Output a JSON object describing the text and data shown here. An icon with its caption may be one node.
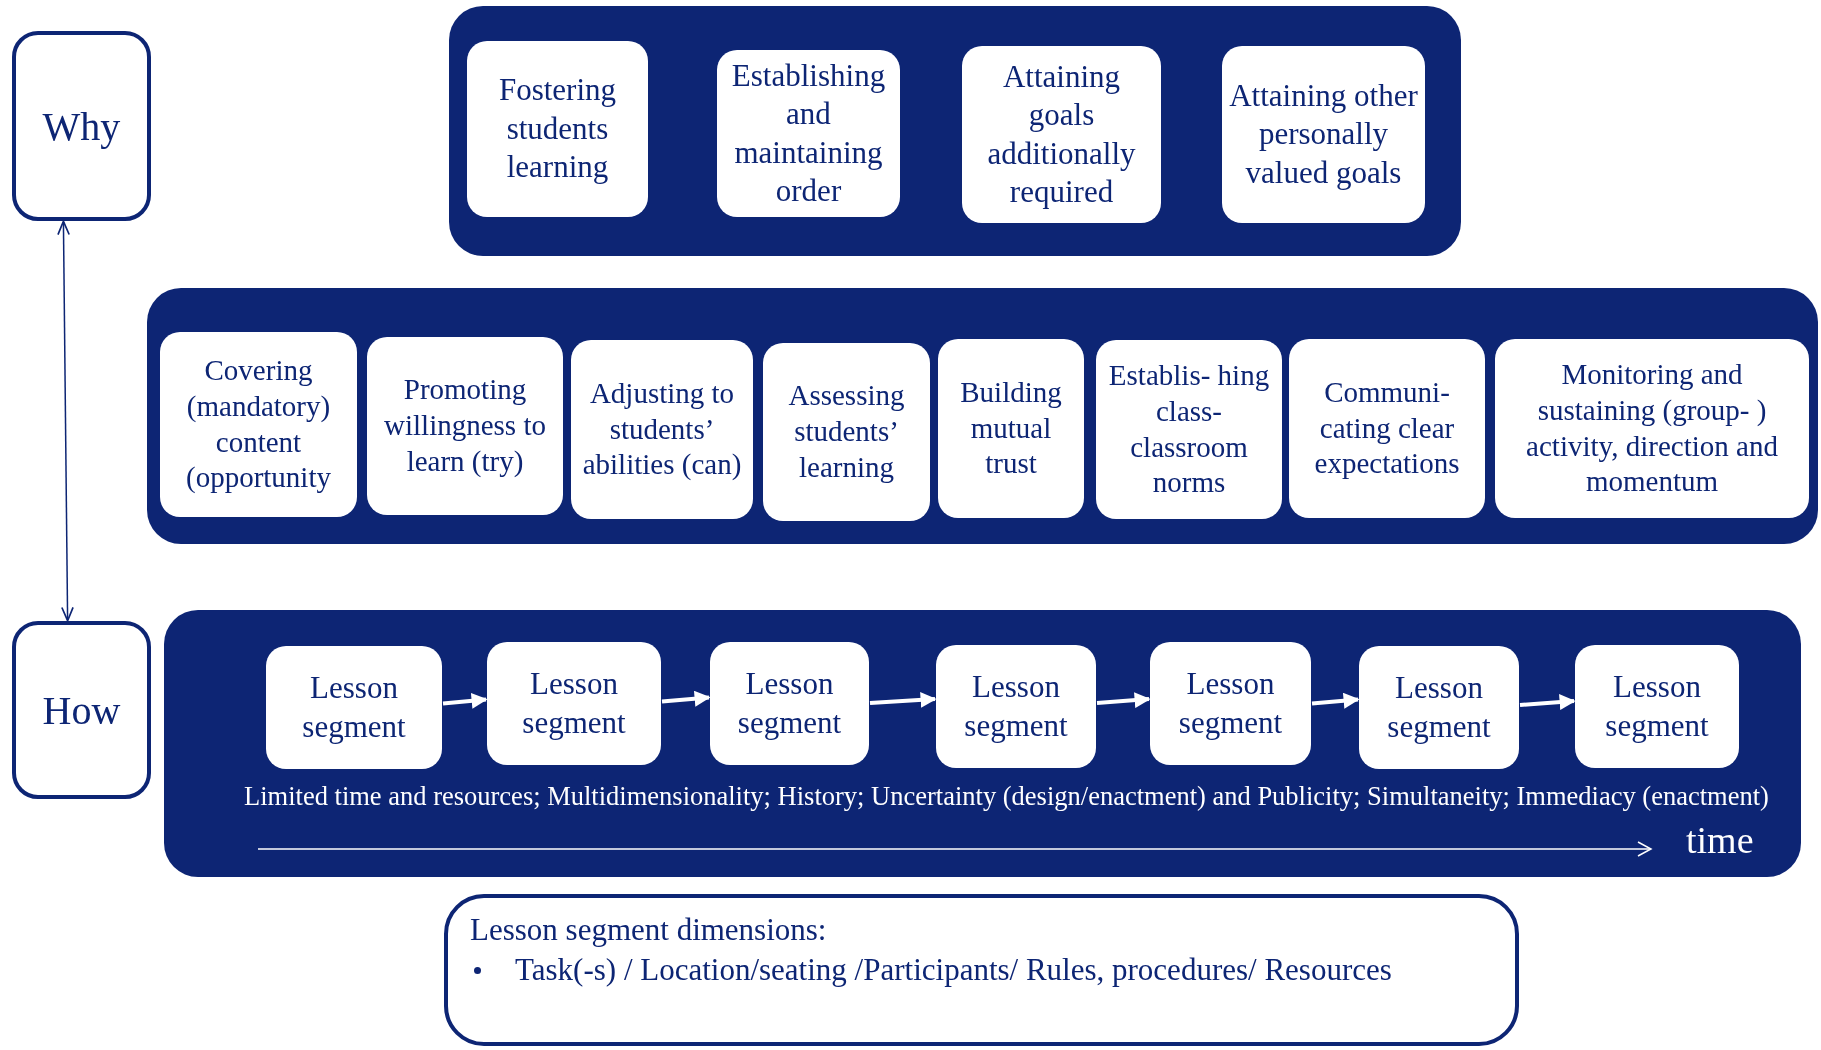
{
  "diagram": {
    "nodes": [
      {
        "text": [
          "Why"
        ]
      },
      {
        "text": [],
        "shape": "box"
      },
      {
        "text": [
          "Fostering students learning"
        ],
        "in": 1
      },
      {
        "text": [
          "Establishing and maintaining order"
        ],
        "in": 1
      },
      {
        "text": [
          "Attaining goals additionally required"
        ],
        "in": 1
      },
      {
        "text": [
          "Attaining other personally valued goals"
        ],
        "in": 1
      },
      {
        "text": [],
        "shape": "box"
      },
      {
        "text": [
          "Covering (mandatory) content (opportunity"
        ],
        "in": 6
      },
      {
        "text": [
          "Promoting willingness to learn (try)"
        ],
        "in": 6
      },
      {
        "text": [
          "Adjusting to students’ abilities (can)"
        ],
        "in": 6
      },
      {
        "text": [
          "Assessing students’ learning"
        ],
        "in": 6
      },
      {
        "text": [
          "Building mutual trust"
        ],
        "in": 6
      },
      {
        "text": [
          "Establis- hing class- classroom norms"
        ],
        "in": 6
      },
      {
        "text": [
          "Communi- cating clear expectations"
        ],
        "in": 6
      },
      {
        "text": [
          "Monitoring and sustaining (group- ) activity, direction and momentum"
        ],
        "in": 6
      },
      {
        "text": [
          "How"
        ]
      },
      {
        "text": [
          "Limited time and resources; Multidimensionality; History; Uncertainty (design/enactment) and Publicity; Simultaneity; Immediacy  (enactment)",
          "time"
        ]
      },
      {
        "text": [
          "Lesson segment"
        ],
        "in": 16
      },
      {
        "text": [
          "Lesson segment"
        ],
        "in": 16
      },
      {
        "text": [
          "Lesson segment"
        ],
        "in": 16
      },
      {
        "text": [
          "Lesson segment"
        ],
        "in": 16
      },
      {
        "text": [
          "Lesson segment"
        ],
        "in": 16
      },
      {
        "text": [
          "Lesson segment"
        ],
        "in": 16
      },
      {
        "text": [
          "Lesson segment"
        ],
        "in": 16
      },
      {
        "text": [
          "Lesson segment dimensions:",
          "Task(-s) / Location/seating /Participants/ Rules, procedures/ Resources"
        ]
      }
    ],
    "edges": [
      {
        "from": 0,
        "to": 15,
        "arrow": "both",
        "color": "#0d2574"
      },
      {
        "from": 17,
        "to": 18,
        "arrow": "to"
      },
      {
        "from": 18,
        "to": 19,
        "arrow": "to"
      },
      {
        "from": 19,
        "to": 20,
        "arrow": "to"
      },
      {
        "from": 20,
        "to": 21,
        "arrow": "to"
      },
      {
        "from": 21,
        "to": 22,
        "arrow": "to"
      },
      {
        "from": 22,
        "to": 23,
        "arrow": "to"
      }
    ]
  }
}
